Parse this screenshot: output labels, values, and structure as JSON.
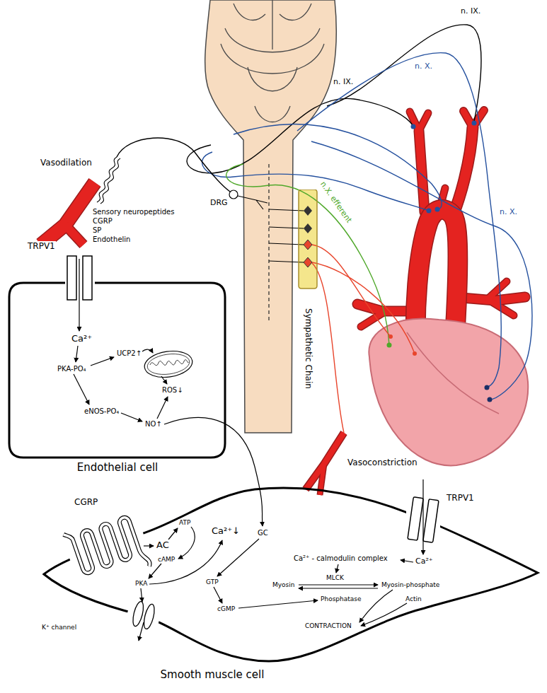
{
  "diagram": {
    "nodes": [
      {
        "text": [
          "Sympathetic Chain"
        ]
      },
      {
        "text": [
          "Endothelial cell"
        ]
      },
      {
        "text": [
          "Smooth muscle cell"
        ]
      }
    ],
    "labels": [
      "n. IX.",
      "n. X.",
      "n. IX.",
      "Vasodilation",
      "DRG",
      "n.X. efferent",
      "Sensory neuropeptides",
      "CGRP",
      "SP",
      "Endothelin",
      "n. X.",
      "TRPV1",
      "Ca²⁺",
      "UCP2↑",
      "PKA-PO₄",
      "ROS↓",
      "eNOS-PO₄",
      "NO↑",
      "Vasoconstriction",
      "CGRP",
      "TRPV1",
      "ATP",
      "Ca²⁺↓",
      "GC",
      "AC",
      "cAMP",
      "Ca²⁺ - calmodulin complex",
      "Ca²⁺",
      "MLCK",
      "PKA",
      "GTP",
      "Myosin",
      "Myosin-phosphate",
      "Phosphatase",
      "Actin",
      "cGMP",
      "CONTRACTION",
      "K⁺ channel"
    ]
  }
}
